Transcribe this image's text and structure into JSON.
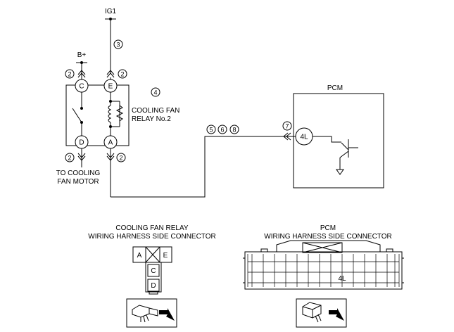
{
  "circuit": {
    "ig1_label": "IG1",
    "bplus_label": "B+",
    "relay_title_line1": "COOLING FAN",
    "relay_title_line2": "RELAY No.2",
    "to_motor_line1": "TO COOLING",
    "to_motor_line2": "FAN MOTOR",
    "pcm_title": "PCM",
    "pins": {
      "c": "C",
      "e": "E",
      "d": "D",
      "a": "A",
      "pcm": "4L"
    },
    "callouts": {
      "ig1_wire": "3",
      "pin_c": "2",
      "pin_e": "2",
      "relay": "4",
      "pin_d": "2",
      "pin_a": "2",
      "wire_5": "5",
      "wire_6": "6",
      "wire_8": "8",
      "pcm_pin": "7"
    }
  },
  "relay_connector": {
    "title_line1": "COOLING FAN RELAY",
    "title_line2": "WIRING HARNESS SIDE CONNECTOR",
    "cells": {
      "a": "A",
      "e": "E",
      "c": "C",
      "d": "D"
    }
  },
  "pcm_connector": {
    "title_line1": "PCM",
    "title_line2": "WIRING HARNESS SIDE CONNECTOR",
    "pin_label": "4L"
  }
}
